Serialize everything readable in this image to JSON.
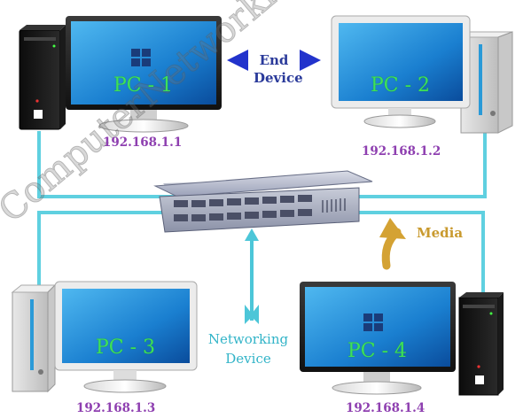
{
  "computers": [
    {
      "label": "PC - 1",
      "ip": "192.168.1.1"
    },
    {
      "label": "PC - 2",
      "ip": "192.168.1.2"
    },
    {
      "label": "PC - 3",
      "ip": "192.168.1.3"
    },
    {
      "label": "PC - 4",
      "ip": "192.168.1.4"
    }
  ],
  "annotations": {
    "end_device_line1": "End",
    "end_device_line2": "Device",
    "media": "Media",
    "networking_line1": "Networking",
    "networking_line2": "Device"
  },
  "watermark": "ComputerNetworkingNotes.com",
  "colors": {
    "cable": "#5fd0e0",
    "pc_label": "#3ee05a",
    "ip": "#8e3fb0",
    "end_device": "#2a3a9a",
    "media": "#c99a2e",
    "networking": "#32b4c8"
  }
}
